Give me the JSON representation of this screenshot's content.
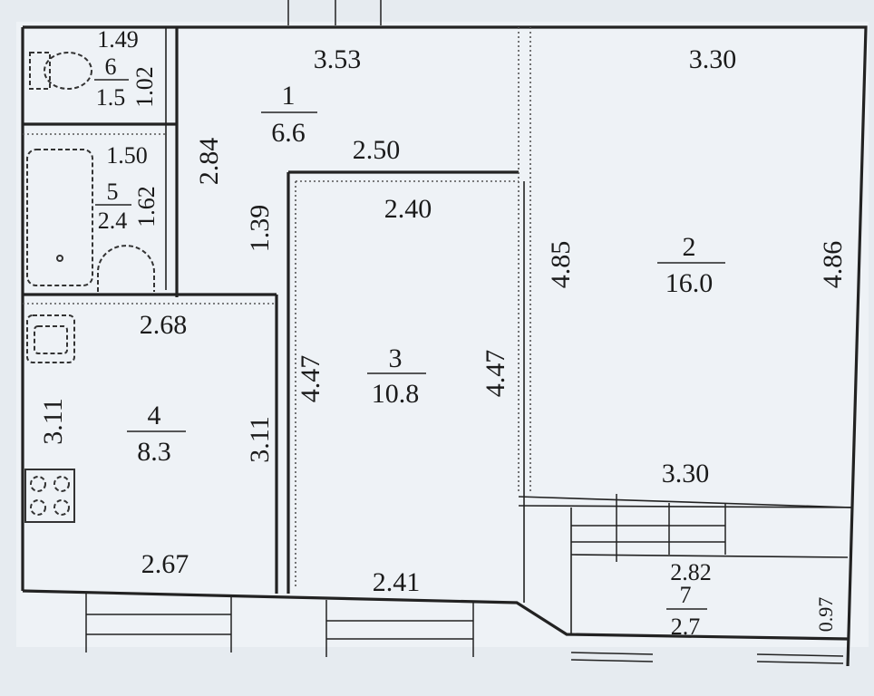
{
  "rooms": [
    {
      "id": "1",
      "number": "1",
      "area": "6.6"
    },
    {
      "id": "2",
      "number": "2",
      "area": "16.0"
    },
    {
      "id": "3",
      "number": "3",
      "area": "10.8"
    },
    {
      "id": "4",
      "number": "4",
      "area": "8.3"
    },
    {
      "id": "5",
      "number": "5",
      "area": "2.4"
    },
    {
      "id": "6",
      "number": "6",
      "area": "1.5"
    },
    {
      "id": "7",
      "number": "7",
      "area": "2.7"
    }
  ],
  "dimensions": {
    "hall_top": "3.53",
    "hall_mid": "2.50",
    "hall_height": "2.84",
    "hall_lower": "1.39",
    "living_top": "3.30",
    "living_bottom": "3.30",
    "living_left": "4.85",
    "living_right": "4.86",
    "bed_top": "2.40",
    "bed_bottom": "2.41",
    "bed_left": "4.47",
    "bed_right": "4.47",
    "kitchen_top": "2.68",
    "kitchen_bottom": "2.67",
    "kitchen_left": "3.11",
    "kitchen_right": "3.11",
    "wc_top": "1.49",
    "wc_side": "1.02",
    "bath_top": "1.50",
    "bath_side": "1.62",
    "balcony_width": "2.82",
    "balcony_depth": "0.97"
  }
}
